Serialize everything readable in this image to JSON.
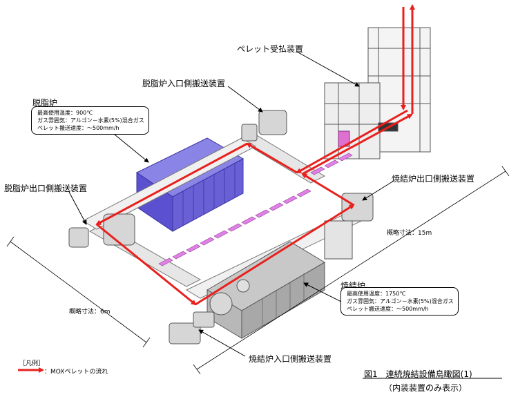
{
  "labels": {
    "pellet_transfer": "ペレット受払装置",
    "debind_in": "脱脂炉入口側搬送装置",
    "debind_out": "脱脂炉出口側搬送装置",
    "sinter_out": "焼結炉出口側搬送装置",
    "sinter_in": "焼結炉入口側搬送装置"
  },
  "debind_furnace": {
    "title": "脱脂炉",
    "lines": [
      "最高使用温度：900℃",
      "ガス雰囲気：アルゴン－水素(5%)混合ガス",
      "ペレット搬送速度：～500mm/h"
    ]
  },
  "sinter_furnace": {
    "title": "焼結炉",
    "lines": [
      "最高使用温度：1750℃",
      "ガス雰囲気：アルゴン－水素(5%)混合ガス",
      "ペレット搬送速度：～500mm/h"
    ]
  },
  "dimensions": {
    "long": "概略寸法：15m",
    "short": "概略寸法：6m"
  },
  "legend": {
    "title": "［凡例］",
    "item": "：MOXペレットの流れ"
  },
  "figure": {
    "caption": "図1　連続焼結設備鳥瞰図(1)",
    "sub": "（内装装置のみ表示）"
  },
  "colors": {
    "flow_arrow": "#e8201d",
    "debind_furnace": "#6a60d6",
    "boat": "#e080e8",
    "machine": "#909090"
  }
}
